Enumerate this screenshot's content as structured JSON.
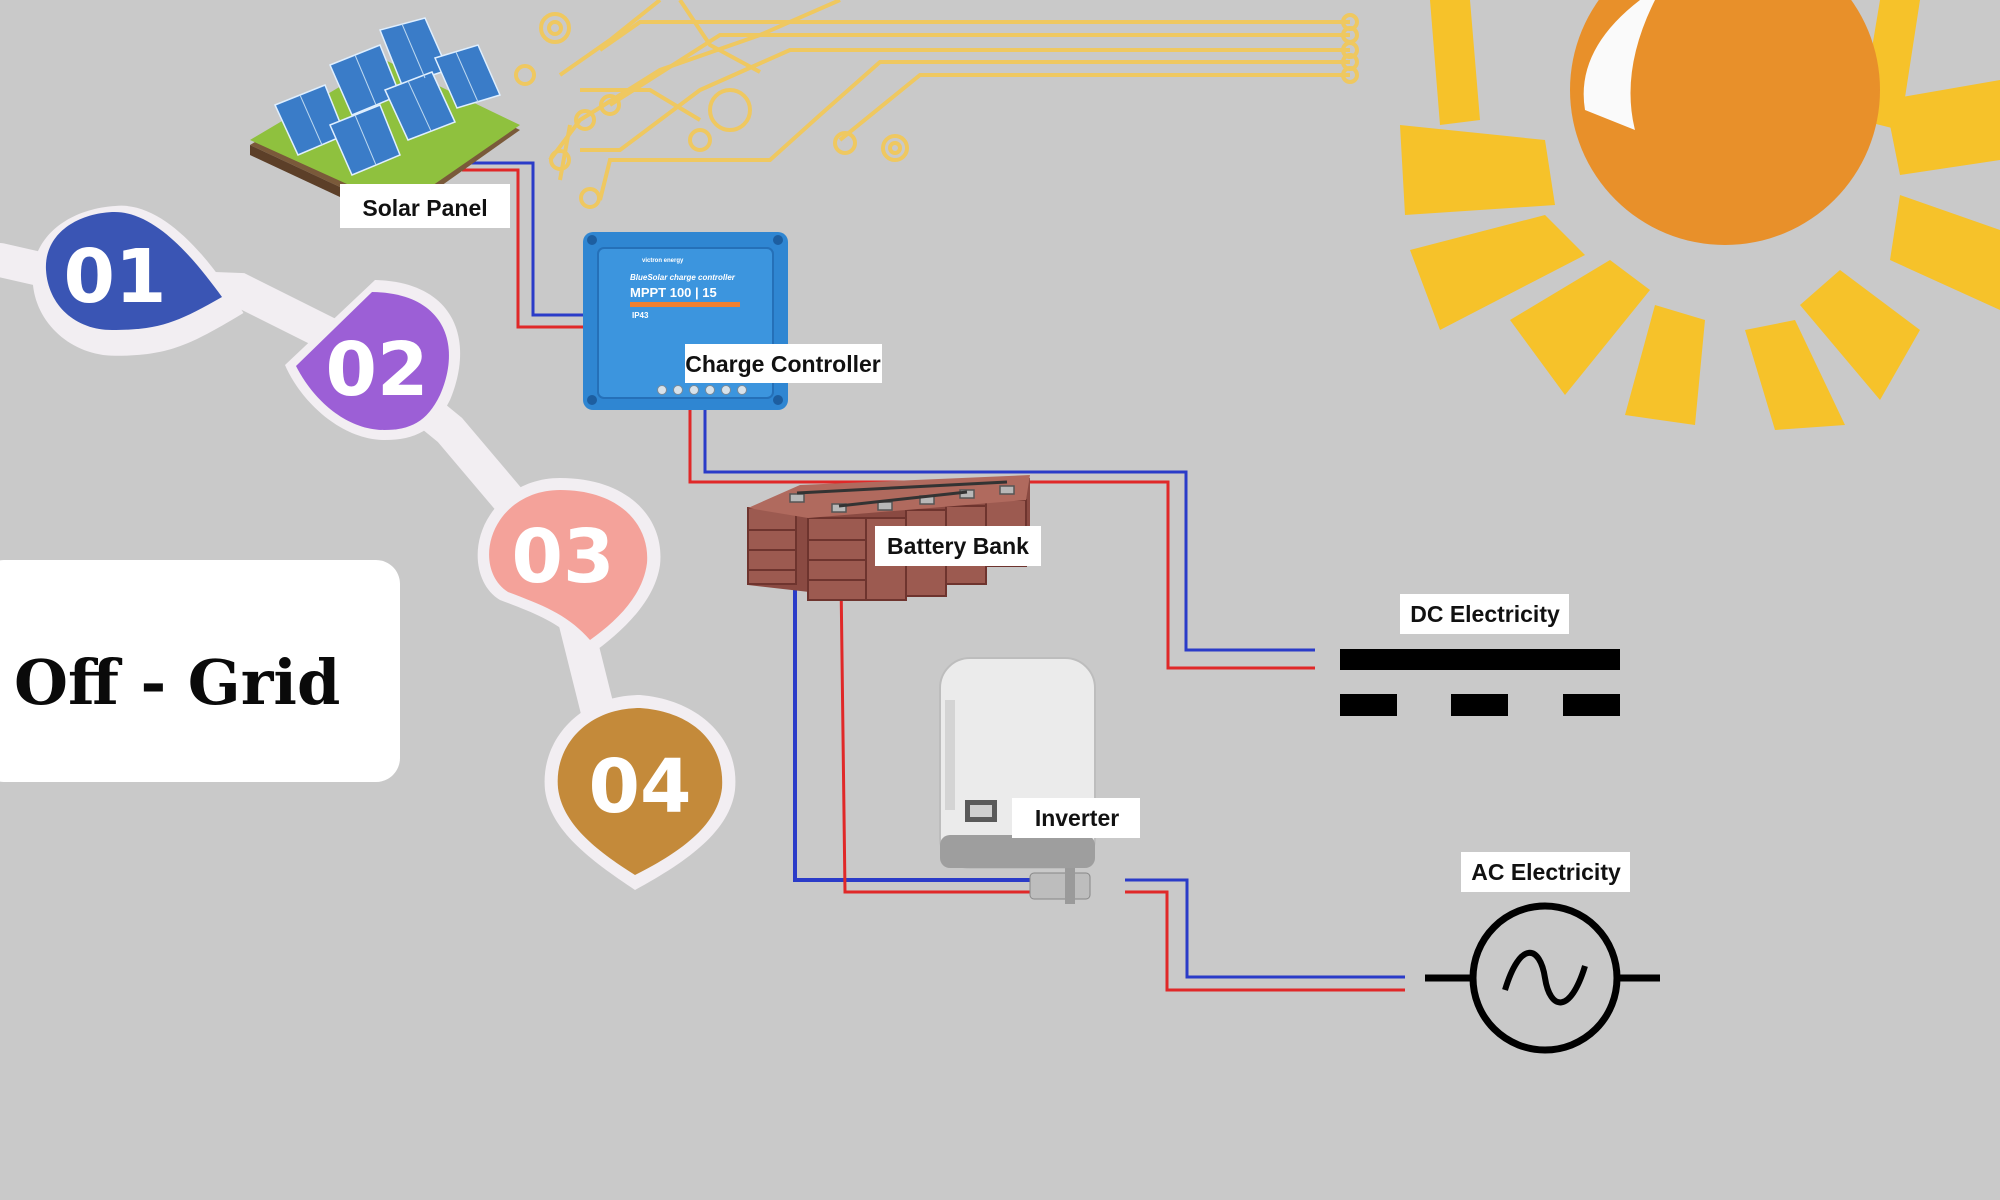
{
  "title": "Off - Grid",
  "steps": [
    "01",
    "02",
    "03",
    "04"
  ],
  "labels": {
    "solar_panel": "Solar Panel",
    "charge_controller": "Charge Controller",
    "battery_bank": "Battery Bank",
    "dc_electricity": "DC Electricity",
    "inverter": "Inverter",
    "ac_electricity": "AC Electricity"
  },
  "charge_controller_device": {
    "brand": "victron energy",
    "series": "BlueSolar charge controller",
    "model": "MPPT 100 | 15",
    "rating": "IP43"
  },
  "colors": {
    "background": "#c9c9c9",
    "step_01": "#3a55b4",
    "step_02": "#9c5fd6",
    "step_03": "#f4a29a",
    "step_04": "#c48a3a",
    "wire_positive": "#e02828",
    "wire_negative": "#2a3bc8",
    "sun": "#f0a020",
    "circuit": "#efc860",
    "controller": "#2f86d2"
  }
}
